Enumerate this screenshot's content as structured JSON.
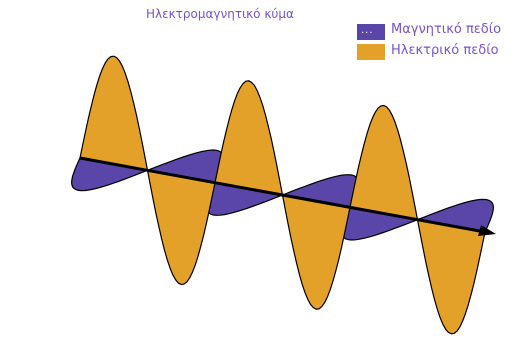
{
  "title": "Ηλεκτρομαγνητικό κύμα",
  "legend": {
    "magnetic_label": "Μαγνητικό πεδίο",
    "electric_label": "Ηλεκτρικό πεδίο",
    "magnetic_marker_text": "..."
  },
  "colors": {
    "magnetic": "#5a45a8",
    "electric": "#e4a12a",
    "text": "#7a52c6",
    "outline": "#000000"
  },
  "icons": {
    "direction": "propagation-arrow-icon"
  }
}
